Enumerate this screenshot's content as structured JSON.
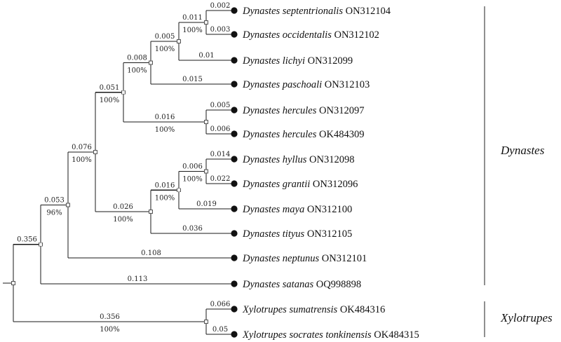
{
  "tips": [
    {
      "id": "septentrionalis",
      "name": "Dynastes septentrionalis",
      "accession": "ON312104",
      "dot_color": "#111111"
    },
    {
      "id": "occidentalis",
      "name": "Dynastes occidentalis",
      "accession": "ON312102",
      "dot_color": "#111111"
    },
    {
      "id": "lichyi",
      "name": "Dynastes lichyi",
      "accession": "ON312099",
      "dot_color": "#111111"
    },
    {
      "id": "paschoali",
      "name": "Dynastes paschoali",
      "accession": "ON312103",
      "dot_color": "#111111"
    },
    {
      "id": "hercules1",
      "name": "Dynastes hercules",
      "accession": "ON312097",
      "dot_color": "#111111"
    },
    {
      "id": "hercules2",
      "name": "Dynastes hercules",
      "accession": "OK484309",
      "dot_color": "#111111"
    },
    {
      "id": "hyllus",
      "name": "Dynastes hyllus",
      "accession": "ON312098",
      "dot_color": "#111111"
    },
    {
      "id": "grantii",
      "name": "Dynastes grantii",
      "accession": "ON312096",
      "dot_color": "#111111"
    },
    {
      "id": "maya",
      "name": "Dynastes maya",
      "accession": "ON312100",
      "dot_color": "#111111"
    },
    {
      "id": "tityus",
      "name": "Dynastes tityus",
      "accession": "ON312105",
      "dot_color": "#111111"
    },
    {
      "id": "neptunus",
      "name": "Dynastes neptunus",
      "accession": "ON312101",
      "dot_color": "#111111"
    },
    {
      "id": "satanas",
      "name": "Dynastes satanas",
      "accession": "OQ998898",
      "dot_color": "#e03a2f"
    },
    {
      "id": "sumatrensis",
      "name": "Xylotrupes sumatrensis",
      "accession": "OK484316",
      "dot_color": "#111111"
    },
    {
      "id": "socrates",
      "name": "Xylotrupes socrates tonkinensis",
      "accession": "OK484315",
      "dot_color": "#111111"
    }
  ],
  "branch_lengths": {
    "septentrionalis": "0.002",
    "occidentalis": "0.003",
    "lichyi": "0.01",
    "paschoali": "0.015",
    "hercules1": "0.005",
    "hercules2": "0.006",
    "hyllus": "0.014",
    "grantii": "0.022",
    "maya": "0.019",
    "tityus": "0.036",
    "neptunus": "0.108",
    "satanas": "0.113",
    "sumatrensis": "0.066",
    "socrates": "0.05",
    "n_sept_occ": "0.011",
    "n_with_lichyi": "0.005",
    "n_with_paschoali": "0.008",
    "n_hercules": "0.016",
    "n_upper_dynastes": "0.051",
    "n_hyl_gra": "0.006",
    "n_with_maya": "0.016",
    "n_with_tityus": "0.026",
    "n_core_dynastes": "0.076",
    "n_with_neptunus": "0.053",
    "n_dynastes": "0.356",
    "n_xylotrupes": "0.356"
  },
  "supports": {
    "n_sept_occ": "100%",
    "n_with_lichyi": "100%",
    "n_with_paschoali": "100%",
    "n_hercules": "100%",
    "n_upper_dynastes": "100%",
    "n_hyl_gra": "100%",
    "n_with_maya": "100%",
    "n_with_tityus": "100%",
    "n_core_dynastes": "100%",
    "n_with_neptunus": "96%",
    "n_xylotrupes": "100%"
  },
  "clades": [
    {
      "id": "dynastes",
      "label": "Dynastes"
    },
    {
      "id": "xylotrupes",
      "label": "Xylotrupes"
    }
  ]
}
